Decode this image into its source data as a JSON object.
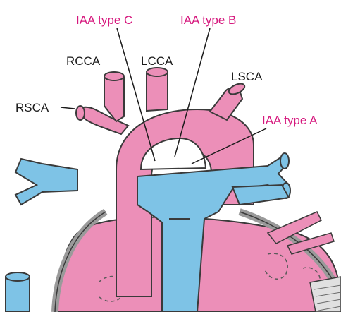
{
  "colors": {
    "artery_pink": "#ec8fb8",
    "vein_blue": "#7ec3e6",
    "outline": "#3a3a3a",
    "interruption_white": "#ffffff",
    "label_black": "#1a1a1a",
    "label_magenta": "#d6177d"
  },
  "labels": {
    "iaa_type_c": "IAA type C",
    "iaa_type_b": "IAA type B",
    "iaa_type_a": "IAA type A",
    "rcca": "RCCA",
    "lcca": "LCCA",
    "lsca": "LSCA",
    "rsca": "RSCA"
  }
}
